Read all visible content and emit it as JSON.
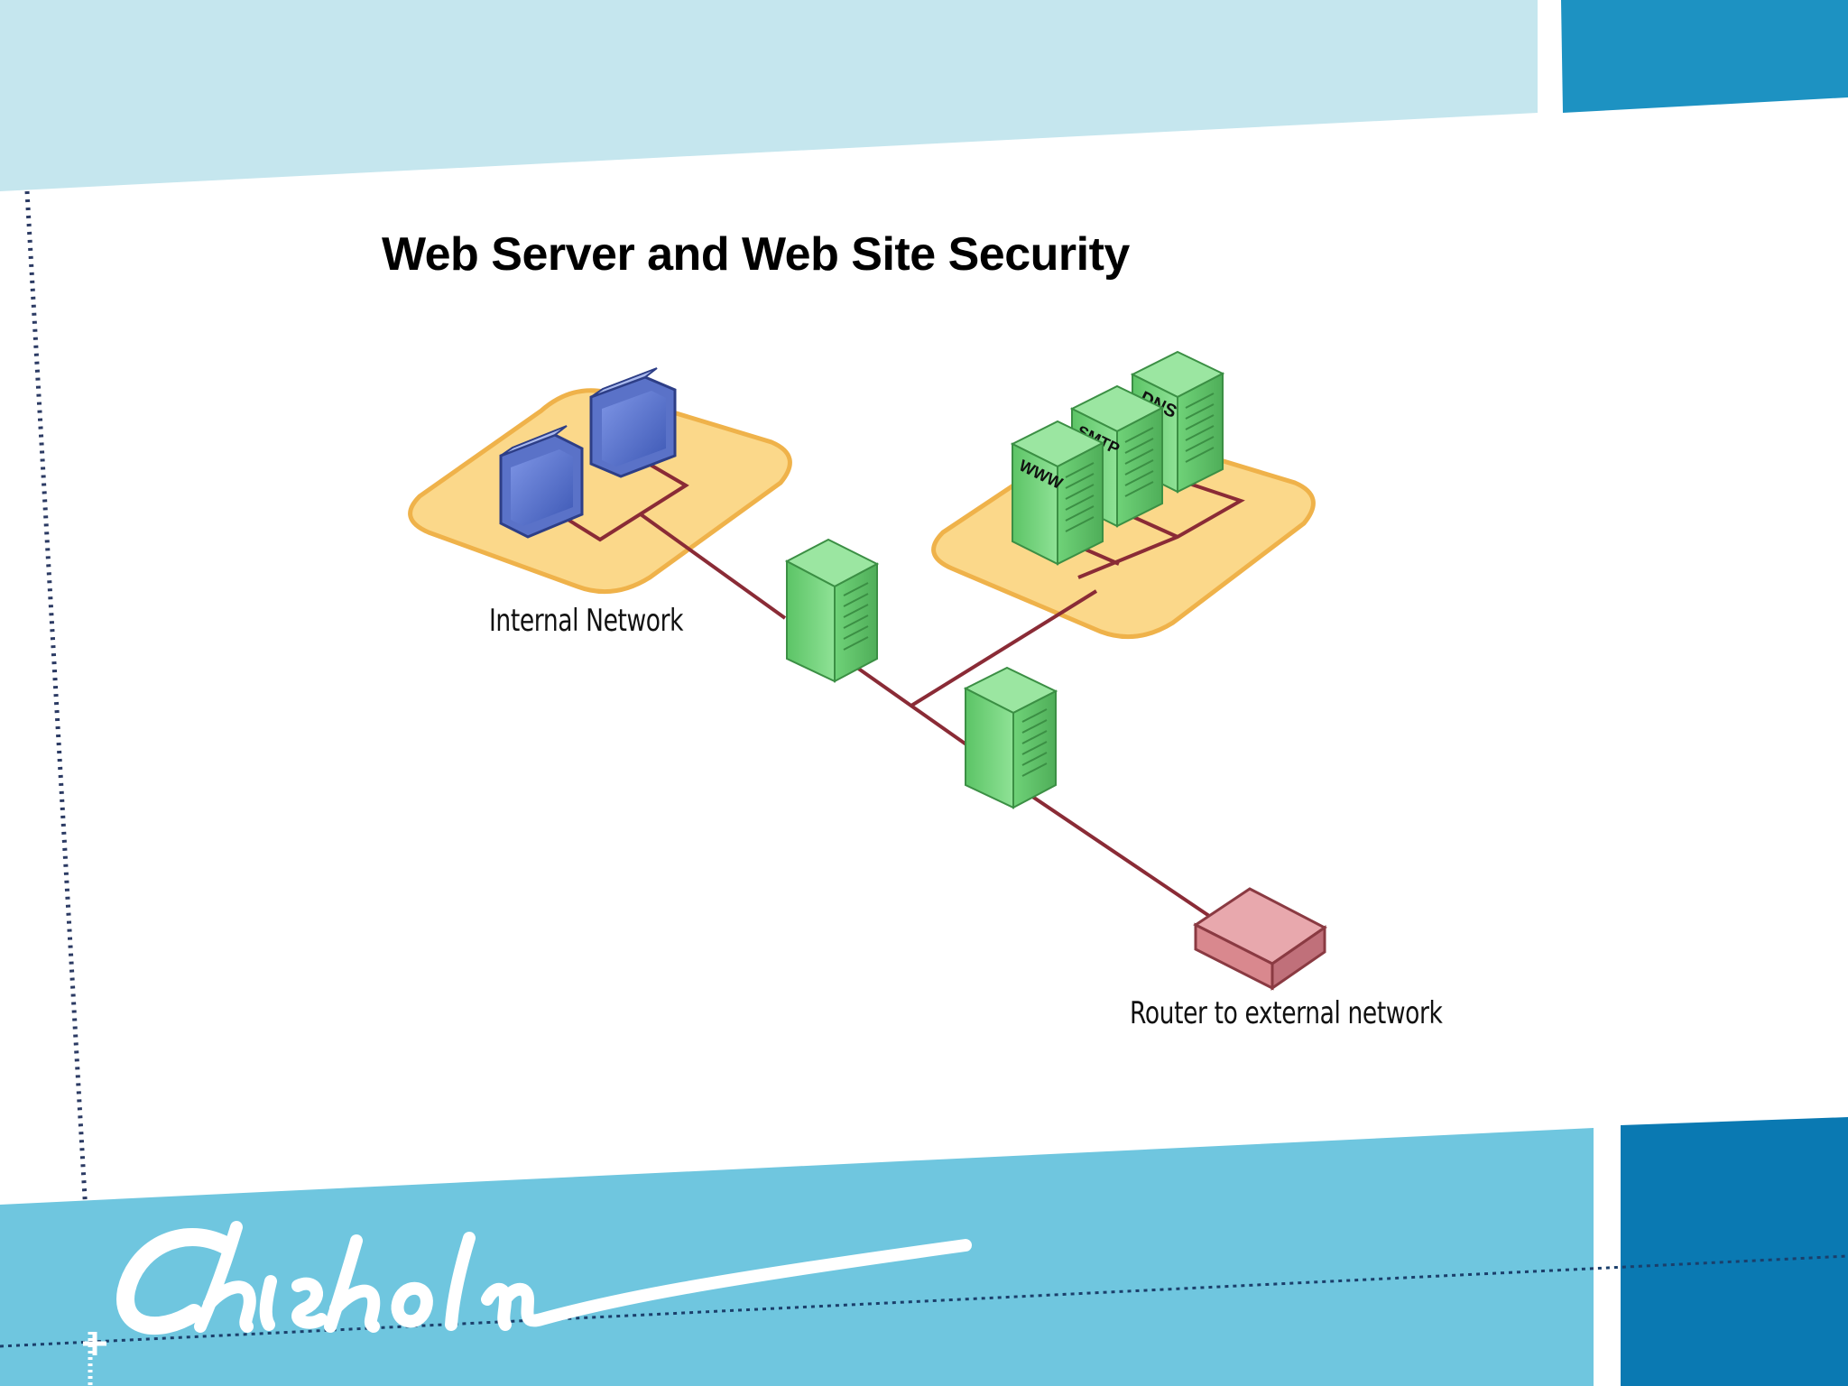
{
  "slide": {
    "title": "Web Server and Web Site Security"
  },
  "diagram": {
    "internal_network_label": "Internal Network",
    "router_label": "Router to external network",
    "server_labels": {
      "www": "WWW",
      "smtp": "SMTP",
      "dns": "DNS"
    }
  },
  "brand": {
    "logo_text": "Chisholm"
  },
  "colors": {
    "band_light": "#c5e6ee",
    "band_mid": "#6fc6df",
    "band_dark_top": "#1d92c2",
    "band_dark_bottom": "#0a79b2",
    "zone_fill": "#fbd88a",
    "zone_stroke": "#efb24a",
    "server_green": "#6fcf78",
    "workstation_blue": "#5a72c8",
    "router_red": "#d9888e",
    "cable": "#8a2b36"
  }
}
